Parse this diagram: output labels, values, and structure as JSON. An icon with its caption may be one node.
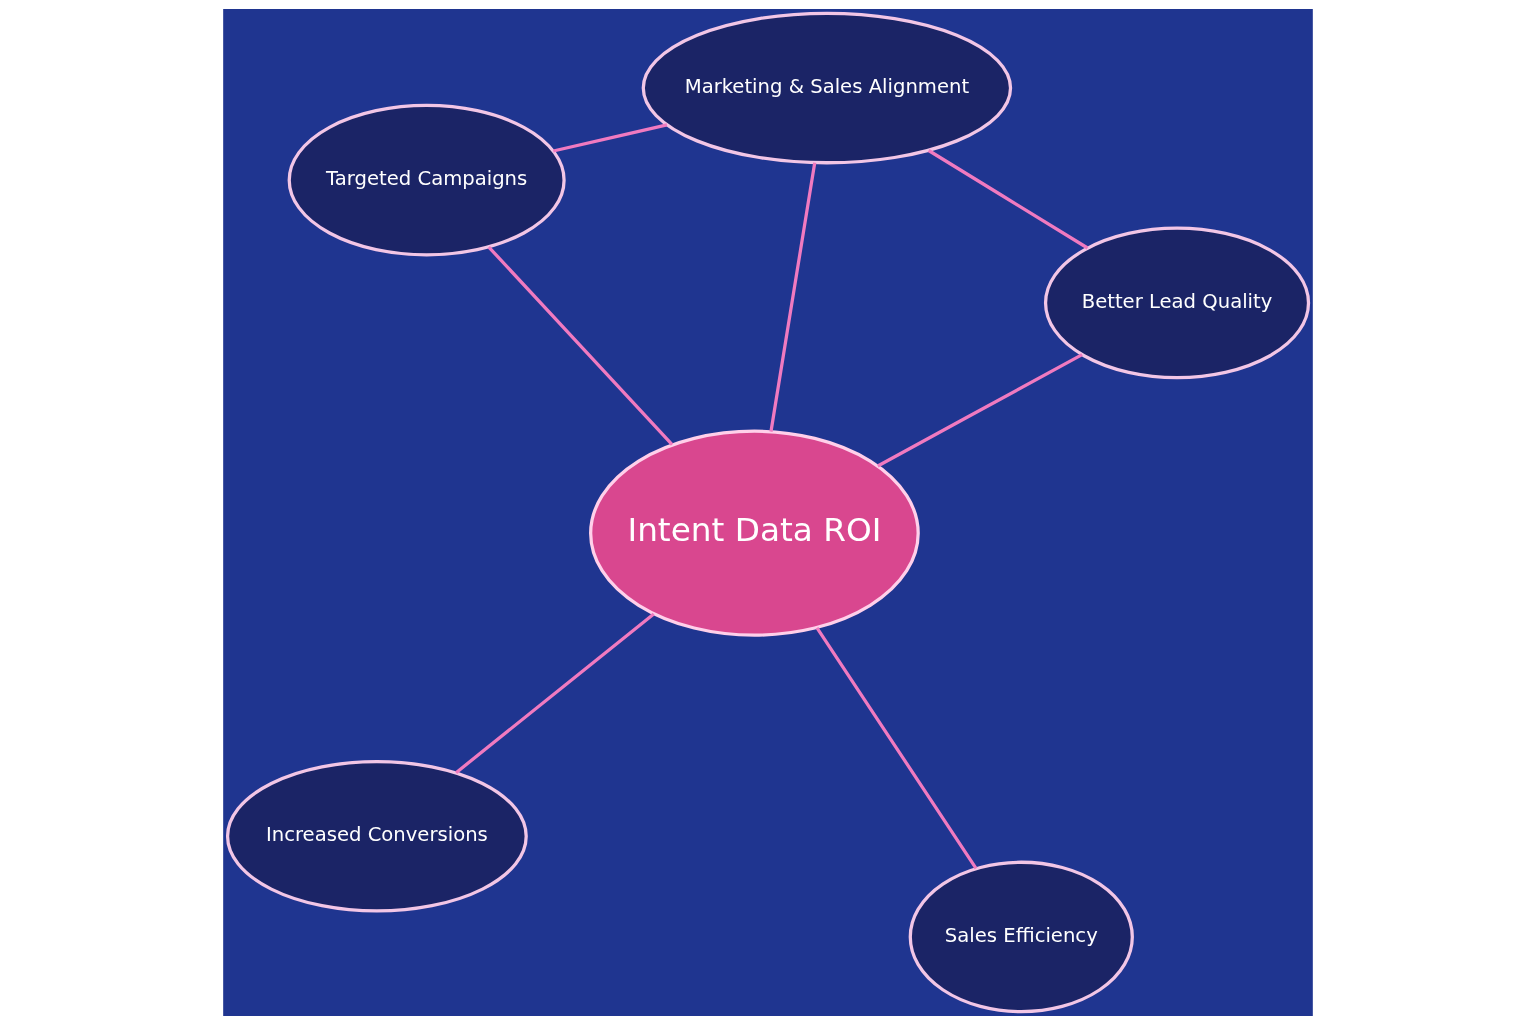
{
  "diagram": {
    "nodes": [
      {
        "text": [
          "Increased Conversions"
        ]
      },
      {
        "text": [
          "Sales Efficiency"
        ]
      },
      {
        "text": [
          "Intent Data ROI"
        ]
      },
      {
        "text": [
          "Targeted Campaigns"
        ]
      },
      {
        "text": [
          "Better Lead Quality"
        ]
      },
      {
        "text": [
          "Marketing & Sales Alignment"
        ]
      }
    ],
    "edges": [
      {
        "from": 2,
        "to": 0,
        "arrow": "none"
      },
      {
        "from": 2,
        "to": 1,
        "arrow": "none"
      },
      {
        "from": 2,
        "to": 3,
        "arrow": "none"
      },
      {
        "from": 2,
        "to": 4,
        "arrow": "none"
      },
      {
        "from": 2,
        "to": 5,
        "arrow": "none"
      },
      {
        "from": 3,
        "to": 5,
        "arrow": "none"
      },
      {
        "from": 5,
        "to": 4,
        "arrow": "none"
      }
    ]
  }
}
